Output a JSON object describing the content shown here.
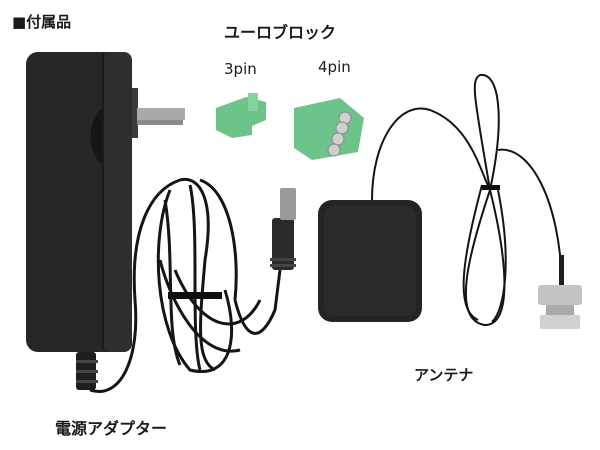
{
  "header": {
    "title": "■付属品"
  },
  "items": {
    "euro_block": {
      "label": "ユーロブロック",
      "pin3": "3pin",
      "pin4": "4pin",
      "color": "#6cc48a"
    },
    "antenna": {
      "label": "アンテナ"
    },
    "power_adapter": {
      "label": "電源アダプター"
    }
  },
  "colors": {
    "background": "#ffffff",
    "device_black": "#222222",
    "terminal_green": "#6cc48a",
    "metal": "#b8b8b8"
  }
}
